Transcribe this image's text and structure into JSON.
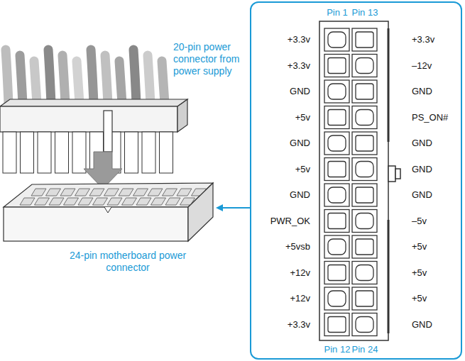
{
  "diagram": {
    "nodes": [
      {
        "text": [
          "Pin 1",
          "Pin 13",
          "+3.3v",
          "+3.3v",
          "+3.3v",
          "–12v",
          "GND",
          "GND",
          "+5v",
          "PS_ON#",
          "GND",
          "GND",
          "+5v",
          "GND",
          "GND",
          "GND",
          "PWR_OK",
          "–5v",
          "+5vsb",
          "+5v",
          "+12v",
          "+5v",
          "+12v",
          "+5v",
          "+3.3v",
          "GND",
          "Pin 12",
          "Pin 24"
        ]
      }
    ],
    "labels": [
      "20-pin power connector from power supply",
      "24-pin motherboard power connector"
    ]
  }
}
